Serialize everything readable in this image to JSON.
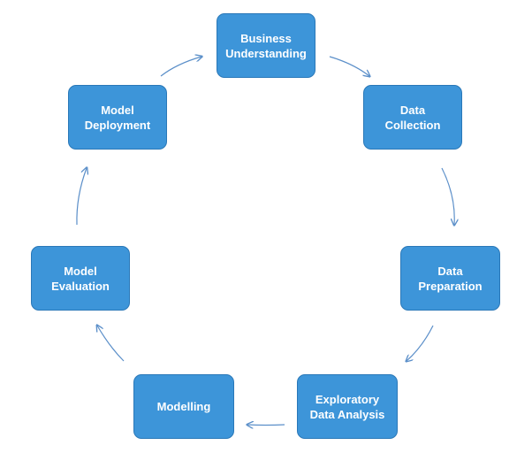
{
  "diagram": {
    "nodes": [
      {
        "id": "business",
        "label": "Business\nUnderstanding"
      },
      {
        "id": "collection",
        "label": "Data\nCollection"
      },
      {
        "id": "preparation",
        "label": "Data\nPreparation"
      },
      {
        "id": "eda",
        "label": "Exploratory\nData Analysis"
      },
      {
        "id": "modelling",
        "label": "Modelling"
      },
      {
        "id": "evaluation",
        "label": "Model\nEvaluation"
      },
      {
        "id": "deployment",
        "label": "Model\nDeployment"
      }
    ],
    "edges": [
      {
        "from": "business",
        "to": "collection"
      },
      {
        "from": "collection",
        "to": "preparation"
      },
      {
        "from": "preparation",
        "to": "eda"
      },
      {
        "from": "eda",
        "to": "modelling"
      },
      {
        "from": "modelling",
        "to": "evaluation"
      },
      {
        "from": "evaluation",
        "to": "deployment"
      },
      {
        "from": "deployment",
        "to": "business"
      }
    ],
    "colors": {
      "node_fill": "#3d95d9",
      "node_border": "#2a78b8",
      "node_text": "#ffffff",
      "arrow": "#5b8fc9"
    }
  }
}
